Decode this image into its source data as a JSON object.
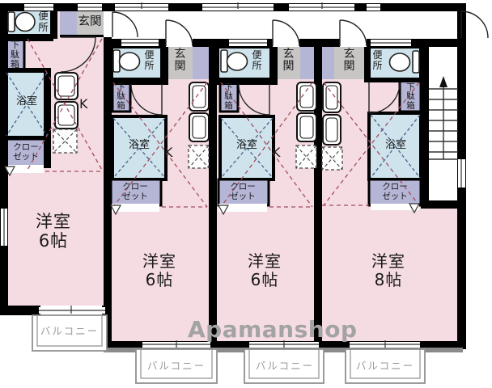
{
  "watermark": "Apamanshop",
  "shared_labels": {
    "toilet": "便所",
    "entrance": "玄関",
    "shoe_cabinet": "下駄箱",
    "bathroom": "浴室",
    "closet_line1": "クロー",
    "closet_line2": "ゼット",
    "kitchen": "K",
    "balcony": "バルコニー",
    "room": "洋室"
  },
  "units": [
    {
      "id": "unit-1",
      "room_type": "洋室",
      "room_size": "6帖"
    },
    {
      "id": "unit-2",
      "room_type": "洋室",
      "room_size": "6帖"
    },
    {
      "id": "unit-3",
      "room_type": "洋室",
      "room_size": "6帖"
    },
    {
      "id": "unit-4",
      "room_type": "洋室",
      "room_size": "8帖"
    }
  ],
  "colors": {
    "room_pink": "#f5dce3",
    "wet_area_blue": "#cfe3ec",
    "storage_lavender": "#b5b5d6",
    "entrance_gray": "#c7c6c4",
    "wall_black": "#000000",
    "balcony_outline": "#909090",
    "watermark_gray": "#a3a3a3",
    "dashed_red": "#a34d5e",
    "dashed_navy": "#47628a"
  }
}
